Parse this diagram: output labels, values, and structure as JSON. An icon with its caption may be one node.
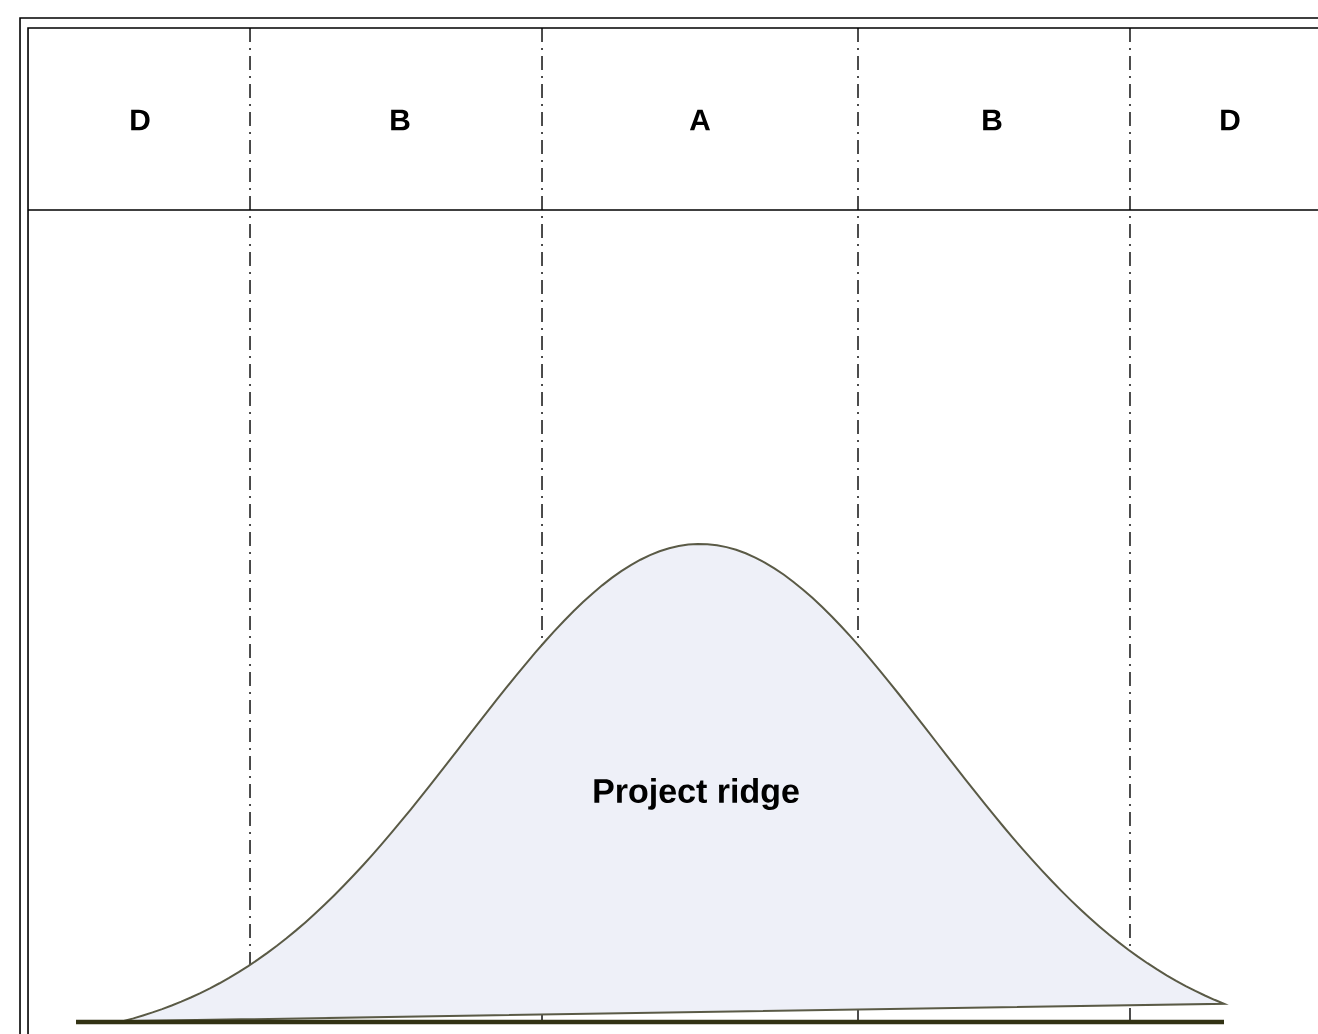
{
  "diagram": {
    "nodes": [
      {
        "text": [
          "Project ridge"
        ]
      }
    ],
    "labels": [
      "D",
      "B",
      "A",
      "B",
      "D"
    ]
  }
}
